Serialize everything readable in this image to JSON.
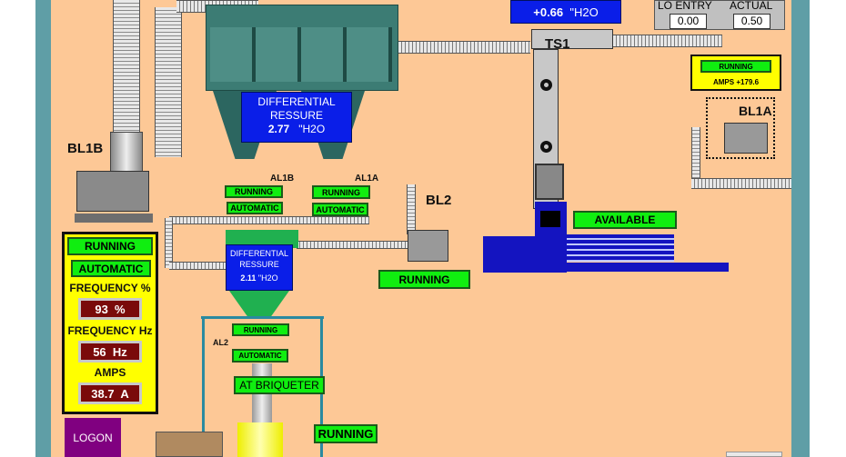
{
  "collector": {
    "dp_title1": "DIFFERENTIAL",
    "dp_title2": "RESSURE",
    "dp_value": "2.77",
    "dp_unit": "\"H2O"
  },
  "al1b": {
    "label": "AL1B",
    "status": "RUNNING",
    "mode": "AUTOMATIC"
  },
  "al1a": {
    "label": "AL1A",
    "status": "RUNNING",
    "mode": "AUTOMATIC"
  },
  "ts1": {
    "label": "TS1",
    "dp_value": "+0.66",
    "dp_unit": "\"H2O"
  },
  "setpoints": {
    "lo_entry_label": "LO ENTRY",
    "lo_entry_value": "0.00",
    "actual_label": "ACTUAL",
    "actual_value": "0.50"
  },
  "bl1a": {
    "label": "BL1A",
    "status": "RUNNING",
    "amps": "AMPS +179.6"
  },
  "bl1b": {
    "label": "BL1B",
    "status": "RUNNING",
    "mode": "AUTOMATIC",
    "freq_pct_label": "FREQUENCY %",
    "freq_pct": "93  %",
    "freq_hz_label": "FREQUENCY Hz",
    "freq_hz": "56  Hz",
    "amps_label": "AMPS",
    "amps": "38.7  A"
  },
  "bl2": {
    "label": "BL2",
    "status": "RUNNING"
  },
  "baler": {
    "status": "AVAILABLE"
  },
  "cyclone": {
    "dp_title1": "DIFFERENTIAL",
    "dp_title2": "RESSURE",
    "dp_value": "2.11",
    "dp_unit": "\"H2O"
  },
  "al2": {
    "label": "AL2",
    "status": "RUNNING",
    "mode": "AUTOMATIC",
    "location": "AT BRIQUETER"
  },
  "briquetter": {
    "status": "RUNNING"
  },
  "logon_label": "LOGON"
}
